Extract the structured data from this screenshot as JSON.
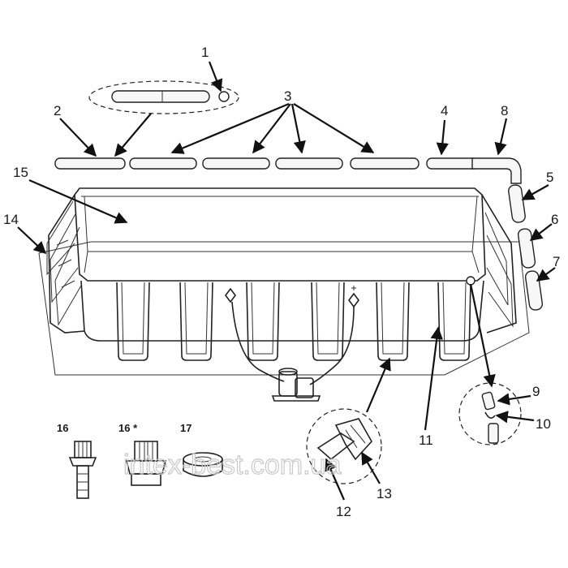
{
  "callouts": {
    "n1": "1",
    "n2": "2",
    "n3": "3",
    "n4": "4",
    "n5": "5",
    "n6": "6",
    "n7": "7",
    "n8": "8",
    "n9": "9",
    "n10": "10",
    "n11": "11",
    "n12": "12",
    "n13": "13",
    "n14": "14",
    "n15": "15"
  },
  "accessories": {
    "part16": "16",
    "part16_alt": "16 *",
    "part17": "17"
  },
  "watermark": "intex-best.com.ua"
}
